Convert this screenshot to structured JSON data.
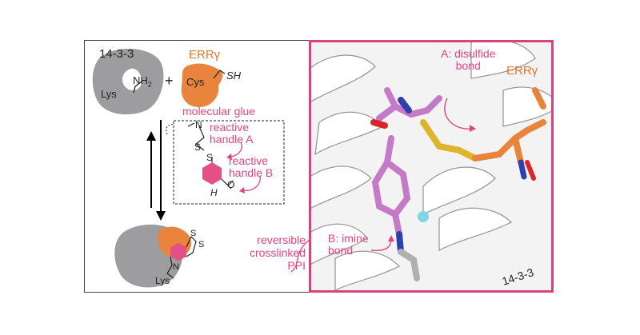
{
  "left": {
    "protein_1433": "14-3-3",
    "err_label": "ERRγ",
    "plus": "+",
    "lys": "Lys",
    "nh2": "NH",
    "nh2_sub": "2",
    "cys": "Cys",
    "sh": "SH",
    "glue_title": "molecular glue",
    "glue_n": "N",
    "glue_s1": "S",
    "glue_s2": "S",
    "glue_h": "H",
    "glue_o": "O",
    "handle_a": [
      "reactive",
      "handle A"
    ],
    "handle_b": [
      "reactive",
      "handle B"
    ],
    "complex_s1": "S",
    "complex_s2": "S",
    "complex_n": "N",
    "complex_lys": "Lys"
  },
  "middle": {
    "reversible": [
      "reversible",
      "crosslinked",
      "PPI"
    ]
  },
  "right": {
    "a_label": [
      "A: disulfide",
      "bond"
    ],
    "err_label": "ERRγ",
    "b_label": [
      "B: imine",
      "bond"
    ],
    "protein_label": "14-3-3"
  },
  "colors": {
    "gray_protein": "#9d9d9f",
    "orange_protein": "#e8843c",
    "pink": "#e0457f",
    "magenta_ring": "#e35085",
    "stick_purple": "#c47ac7",
    "sulfur": "#dcb52a",
    "nitrogen": "#2f3fae",
    "oxygen": "#d8262b",
    "fluorine": "#7fd4e6"
  }
}
